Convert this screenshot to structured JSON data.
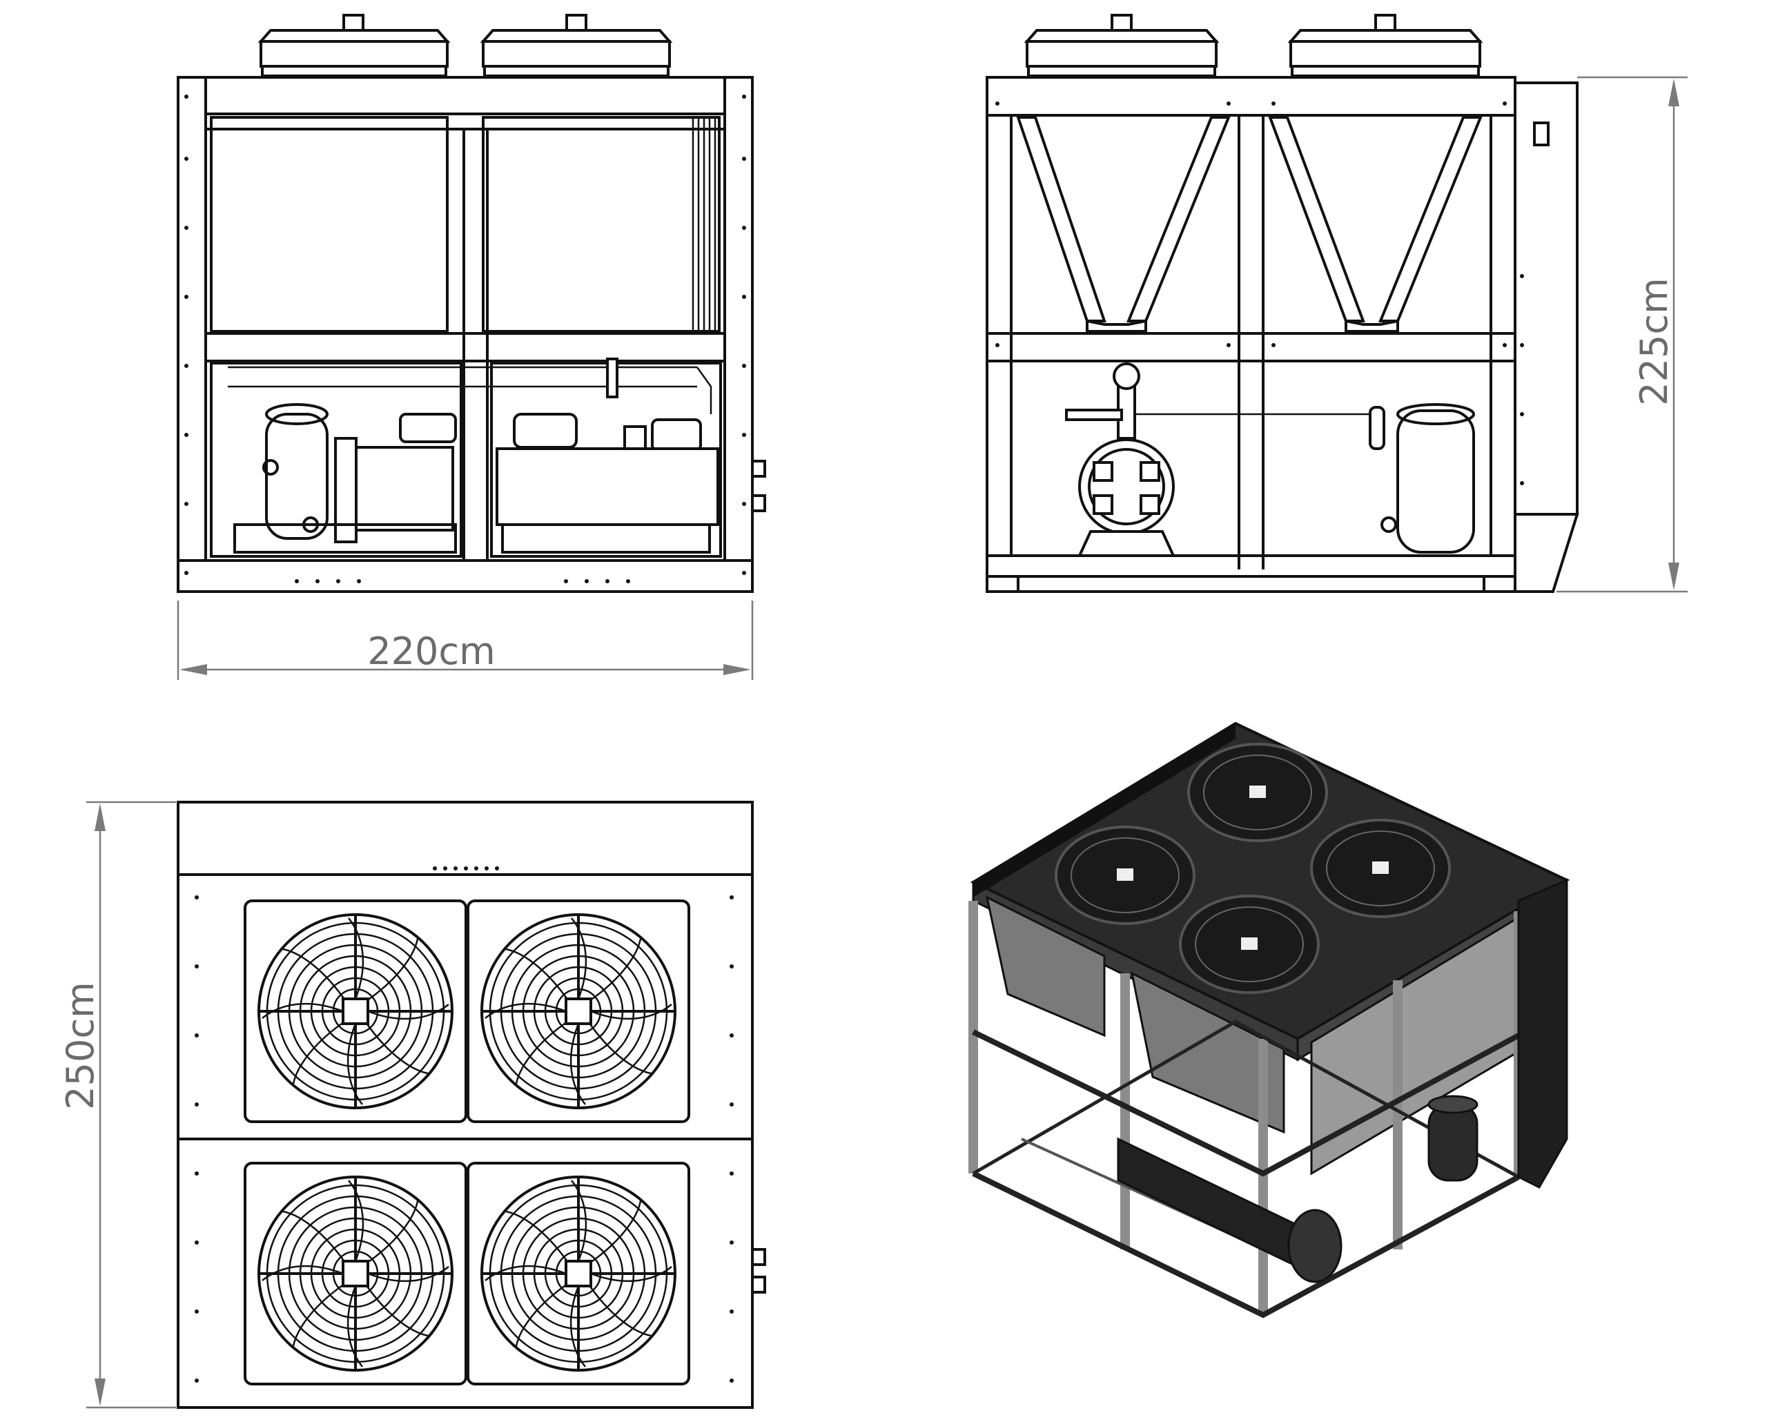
{
  "dimensions": {
    "width_label": "220cm",
    "height_label": "225cm",
    "depth_label": "250cm"
  },
  "colors": {
    "line": "#111111",
    "dimension": "#7a7a7a",
    "dimension_text": "#6b6b6b",
    "iso_dark": "#2a2a2a",
    "iso_frame": "#8c8c8c"
  }
}
